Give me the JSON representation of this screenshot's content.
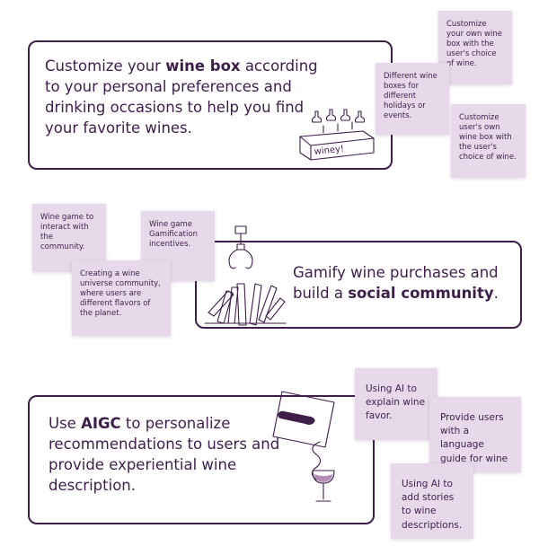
{
  "section1": {
    "text_before": "Customize your ",
    "bold": "wine box",
    "text_after": " according to your personal preferences and drinking occasions to help you find your favorite wines.",
    "illustration_label": "winey!",
    "notes": [
      "Customize your own wine box with the user's choice of wine.",
      "Different wine boxes for different holidays or events.",
      "Customize user's own wine box with the user's choice of wine."
    ]
  },
  "section2": {
    "text_before": "Gamify wine purchases and build a ",
    "bold": "social community",
    "text_after": ".",
    "notes": [
      "Wine game to interact with the community.",
      "Wine game Gamification incentives.",
      "Creating a wine universe community, where users are different flavors of the planet."
    ]
  },
  "section3": {
    "text_before": "Use ",
    "bold": "AIGC",
    "text_after": " to personalize recommendations to users and provide experiential wine description.",
    "notes": [
      "Using AI to explain wine favor.",
      "Provide users with a language guide for wine talk.",
      "Using AI to add stories to wine descriptions."
    ]
  }
}
